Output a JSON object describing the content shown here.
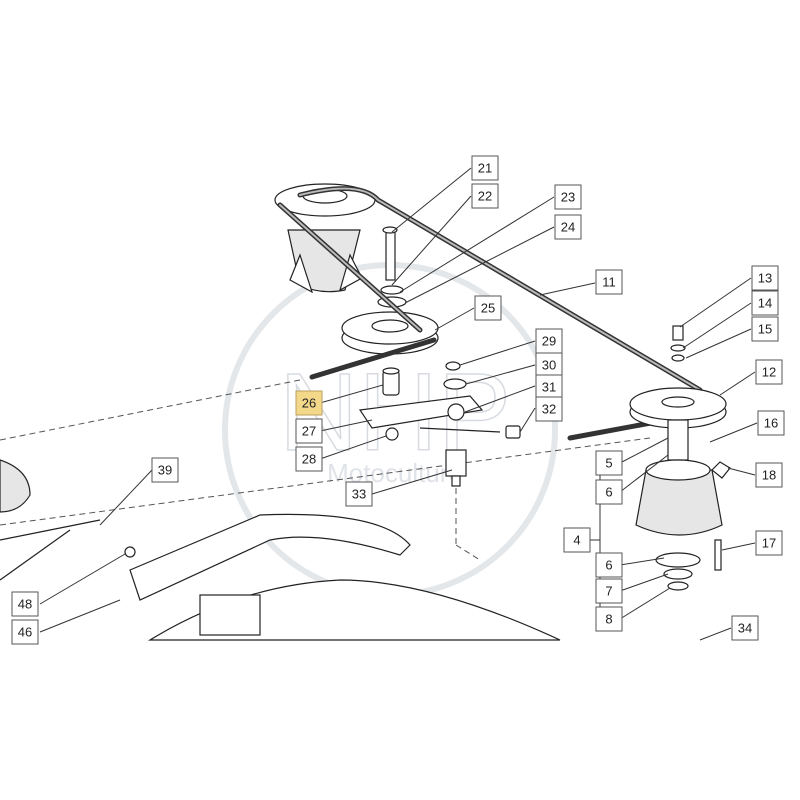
{
  "watermark": {
    "brand": "NHP",
    "tagline": "Motoculture"
  },
  "highlight_color": "#f3d88a",
  "callouts": [
    {
      "label": "21"
    },
    {
      "label": "22"
    },
    {
      "label": "23"
    },
    {
      "label": "24"
    },
    {
      "label": "25"
    },
    {
      "label": "11"
    },
    {
      "label": "13"
    },
    {
      "label": "14"
    },
    {
      "label": "15"
    },
    {
      "label": "29"
    },
    {
      "label": "30"
    },
    {
      "label": "31"
    },
    {
      "label": "32"
    },
    {
      "label": "26",
      "highlighted": true
    },
    {
      "label": "27"
    },
    {
      "label": "28"
    },
    {
      "label": "33"
    },
    {
      "label": "12"
    },
    {
      "label": "16"
    },
    {
      "label": "5"
    },
    {
      "label": "6"
    },
    {
      "label": "18"
    },
    {
      "label": "4"
    },
    {
      "label": "17"
    },
    {
      "label": "6"
    },
    {
      "label": "7"
    },
    {
      "label": "8"
    },
    {
      "label": "34"
    },
    {
      "label": "39"
    },
    {
      "label": "48"
    },
    {
      "label": "46"
    }
  ]
}
